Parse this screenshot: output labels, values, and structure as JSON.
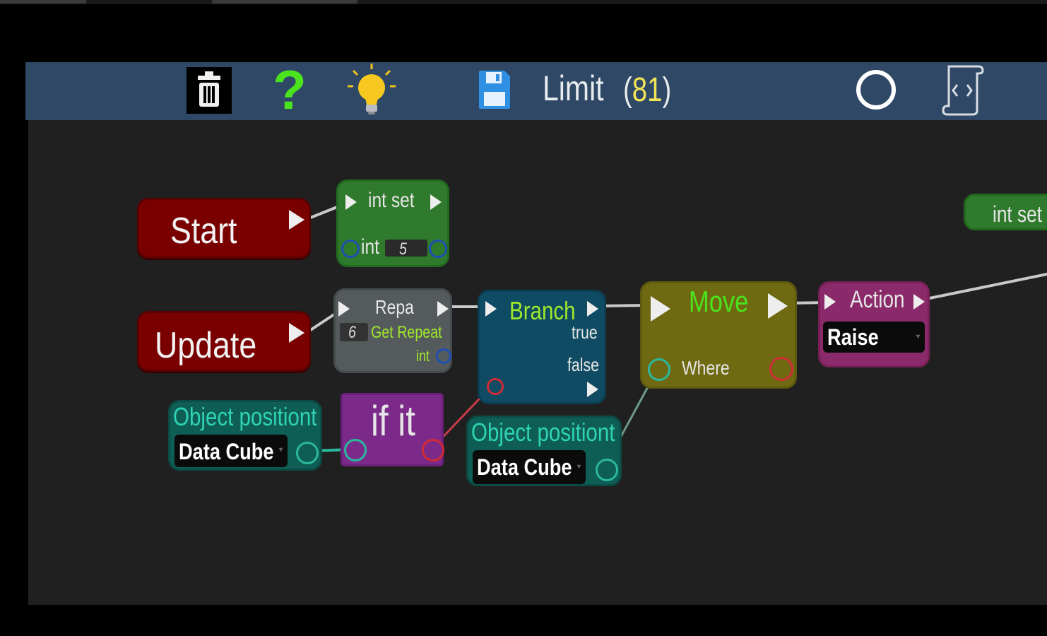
{
  "toolbar": {
    "limit_label": "Limit",
    "limit_open": "(",
    "limit_count": "81",
    "limit_close": ")",
    "help_glyph": "?",
    "icons": [
      "trash-icon",
      "help-icon",
      "lightbulb-icon",
      "save-icon",
      "circle-icon",
      "script-icon"
    ]
  },
  "nodes": {
    "start": {
      "label": "Start"
    },
    "update": {
      "label": "Update"
    },
    "int_set_1": {
      "title": "int set",
      "param_label": "int",
      "value": "5"
    },
    "int_set_2": {
      "title": "int set"
    },
    "repeat": {
      "title": "Repa",
      "count": "6",
      "get_label": "Get Repeat",
      "type_label": "int"
    },
    "branch": {
      "title": "Branch",
      "true_label": "true",
      "false_label": "false"
    },
    "move": {
      "title": "Move",
      "where_label": "Where"
    },
    "action": {
      "title": "Action",
      "selected": "Raise"
    },
    "ifit": {
      "title": "if it"
    },
    "object_position_1": {
      "title": "Object positiont",
      "selected": "Data Cube"
    },
    "object_position_2": {
      "title": "Object positiont",
      "selected": "Data Cube"
    }
  },
  "colors": {
    "toolbar": "#2e4866",
    "canvas": "#202020",
    "event": "#7a0000",
    "int_set": "#2f7a2c",
    "repeat": "#555b5d",
    "branch": "#0f4c63",
    "move": "#6f6a12",
    "action": "#8b2a6a",
    "ifit": "#7b2a8a",
    "object_position": "#0f5e55",
    "accent_green": "#9fe82a",
    "accent_yellow": "#f3e356"
  }
}
